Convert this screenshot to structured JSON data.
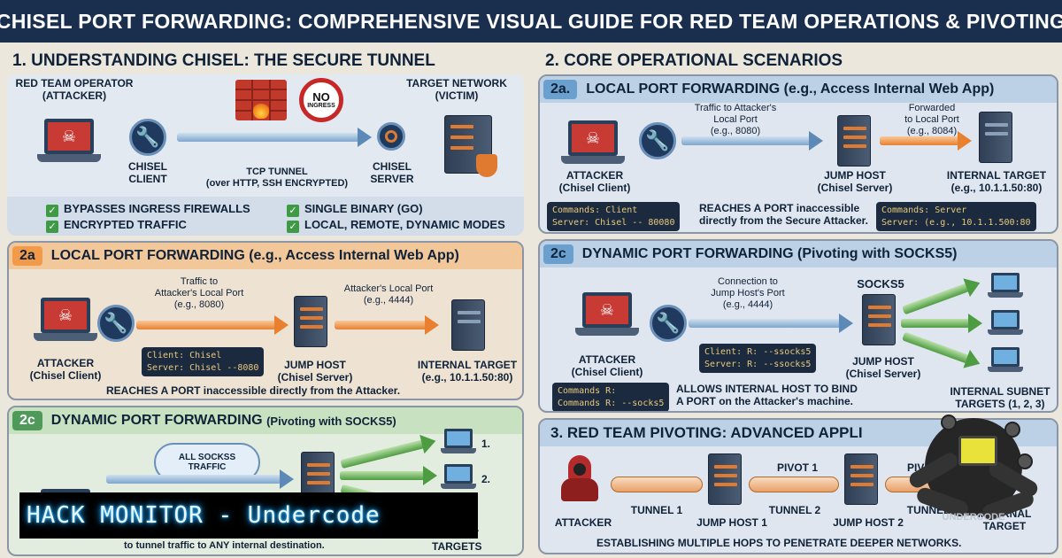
{
  "title": "CHISEL PORT FORWARDING: COMPREHENSIVE VISUAL GUIDE FOR RED TEAM OPERATIONS & PIVOTING",
  "section1": {
    "title": "1. UNDERSTANDING CHISEL: THE SECURE TUNNEL",
    "operator": "RED TEAM OPERATOR\n(ATTACKER)",
    "target": "TARGET NETWORK\n(VICTIM)",
    "no_text": "NO",
    "ingress_text": "INGRESS",
    "client": "CHISEL\nCLIENT",
    "tunnel": "TCP TUNNEL\n(over HTTP, SSH ENCRYPTED)",
    "server": "CHISEL\nSERVER",
    "features": [
      "BYPASSES INGRESS FIREWALLS",
      "ENCRYPTED TRAFFIC",
      "SINGLE BINARY (GO)",
      "LOCAL, REMOTE, DYNAMIC MODES"
    ]
  },
  "section2": {
    "title": "2. CORE OPERATIONAL SCENARIOS"
  },
  "panel_2a_left": {
    "tag": "2a",
    "title": "LOCAL PORT FORWARDING (e.g., Access Internal Web App)",
    "traffic": "Traffic to\nAttacker's Local Port\n(e.g., 8080)",
    "local_port": "Attacker's Local Port\n(e.g., 4444)",
    "code": [
      "Client: Chisel",
      "Server: Chisel --8080"
    ],
    "attacker": "ATTACKER\n(Chisel Client)",
    "jump": "JUMP HOST\n(Chisel Server)",
    "internal": "INTERNAL TARGET\n(e.g., 10.1.1.50:80)",
    "note": "REACHES A PORT inaccessible directly from the Attacker."
  },
  "panel_2a_right": {
    "tag": "2a.",
    "title": "LOCAL PORT FORWARDING (e.g., Access Internal Web App)",
    "traffic": "Traffic to Attacker's\nLocal Port\n(e.g., 8080)",
    "forwarded": "Forwarded\nto Local Port\n(e.g., 8084)",
    "attacker": "ATTACKER\n(Chisel Client)",
    "jump": "JUMP HOST\n(Chisel Server)",
    "internal": "INTERNAL TARGET\n(e.g., 10.1.1.50:80)",
    "code_left": [
      "Commands: Client",
      "Server:  Chisel -- 80080"
    ],
    "note": "REACHES A PORT inaccessible\ndirectly from the Secure Attacker.",
    "code_right": [
      "Commands: Server",
      "Server: (e.g., 10.1.1.500:80"
    ]
  },
  "panel_2c_right": {
    "tag": "2c",
    "title": "DYNAMIC PORT FORWARDING (Pivoting with SOCKS5)",
    "connection": "Connection to\nJump Host's Port\n(e.g., 4444)",
    "socks": "SOCKS5",
    "code_mid": [
      "Client: R: --ssocks5",
      "Server: R: --ssocks5"
    ],
    "attacker": "ATTACKER\n(Chisel Client)",
    "jump": "JUMP HOST\n(Chisel Server)",
    "code_left": [
      "Commands R:",
      "Commands R: --socks5"
    ],
    "note": "ALLOWS INTERNAL HOST TO BIND\nA PORT on the Attacker's machine.",
    "subnet": "INTERNAL SUBNET\nTARGETS (1, 2, 3)"
  },
  "panel_2c_left": {
    "tag": "2c",
    "title": "DYNAMIC PORT FORWARDING",
    "subtitle": "(Pivoting with SOCKS5)",
    "cloud": "ALL SOCKSS\nTRAFFIC",
    "n1": "1.",
    "n2": "2.",
    "footer": "to tunnel traffic to ANY internal destination.",
    "subnet": "SUBNET\nTARGETS"
  },
  "panel_3": {
    "title": "3. RED TEAM PIVOTING: ADVANCED APPLI",
    "pivot1": "PIVOT 1",
    "pivot2": "PIVOT",
    "attacker": "ATTACKER",
    "tunnel1": "TUNNEL 1",
    "jump1": "JUMP HOST 1",
    "tunnel2": "TUNNEL 2",
    "jump2": "JUMP HOST 2",
    "tunnel2b": "TUNNEL 2",
    "internal": "INTERNAL\nTARGET",
    "note": "ESTABLISHING MULTIPLE HOPS TO PENETRATE DEEPER NETWORKS."
  },
  "overlay_text": "HACK MONITOR - Undercode",
  "watermark": "UNDERCODE",
  "colors": {
    "navy": "#1a2f4e",
    "orange": "#f09a4a",
    "green": "#4f9a5a",
    "blue": "#6a9fce"
  }
}
